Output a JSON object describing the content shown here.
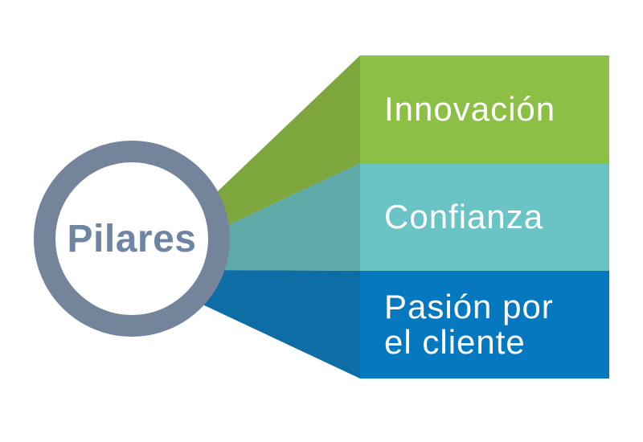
{
  "diagram": {
    "title": "Pilares",
    "pillars": [
      {
        "label": "Innovación",
        "band_color": "#8BBF46",
        "connector_color": "#7DA63C"
      },
      {
        "label": "Confianza",
        "band_color": "#6AC3C5",
        "connector_color": "#5FA9A8"
      },
      {
        "label": "Pasión por el cliente",
        "band_color": "#0678BF",
        "connector_color": "#0D6DA4"
      }
    ],
    "colors": {
      "background": "#FFFFFF",
      "circle_ring": "#74859B",
      "circle_fill": "#FFFFFF",
      "title_text": "#6E85A4",
      "pillar_text": "#FFFFFF"
    }
  }
}
